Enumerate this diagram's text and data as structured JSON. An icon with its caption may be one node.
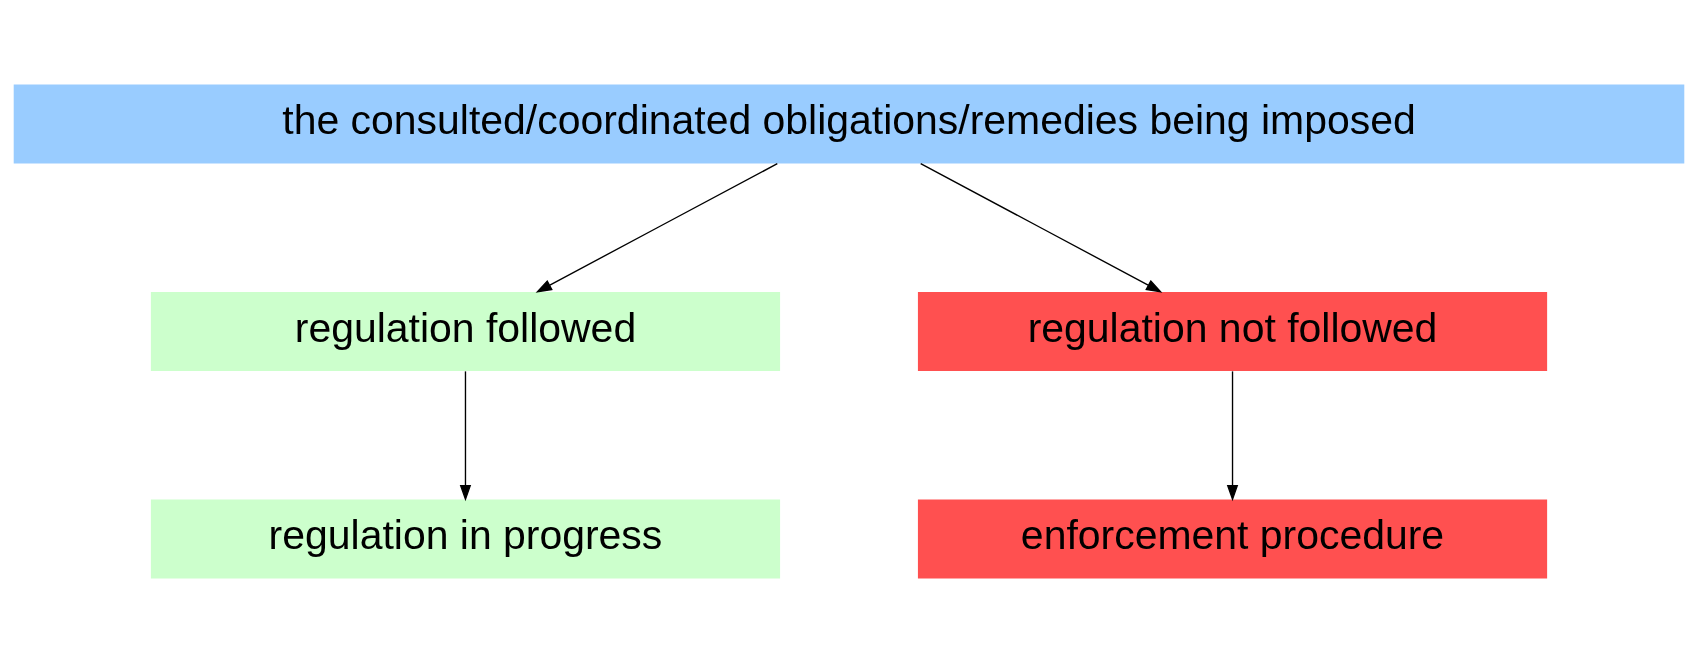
{
  "diagram": {
    "nodes": [
      {
        "text": [
          "the consulted/coordinated obligations/remedies being imposed"
        ]
      },
      {
        "text": [
          "regulation followed"
        ]
      },
      {
        "text": [
          "regulation not followed"
        ]
      },
      {
        "text": [
          "regulation in progress"
        ]
      },
      {
        "text": [
          "enforcement procedure"
        ]
      }
    ],
    "edges": [
      {
        "from": 0,
        "to": 1,
        "arrow": "to"
      },
      {
        "from": 0,
        "to": 2,
        "arrow": "to"
      },
      {
        "from": 1,
        "to": 3,
        "arrow": "to"
      },
      {
        "from": 2,
        "to": 4,
        "arrow": "to"
      }
    ]
  }
}
